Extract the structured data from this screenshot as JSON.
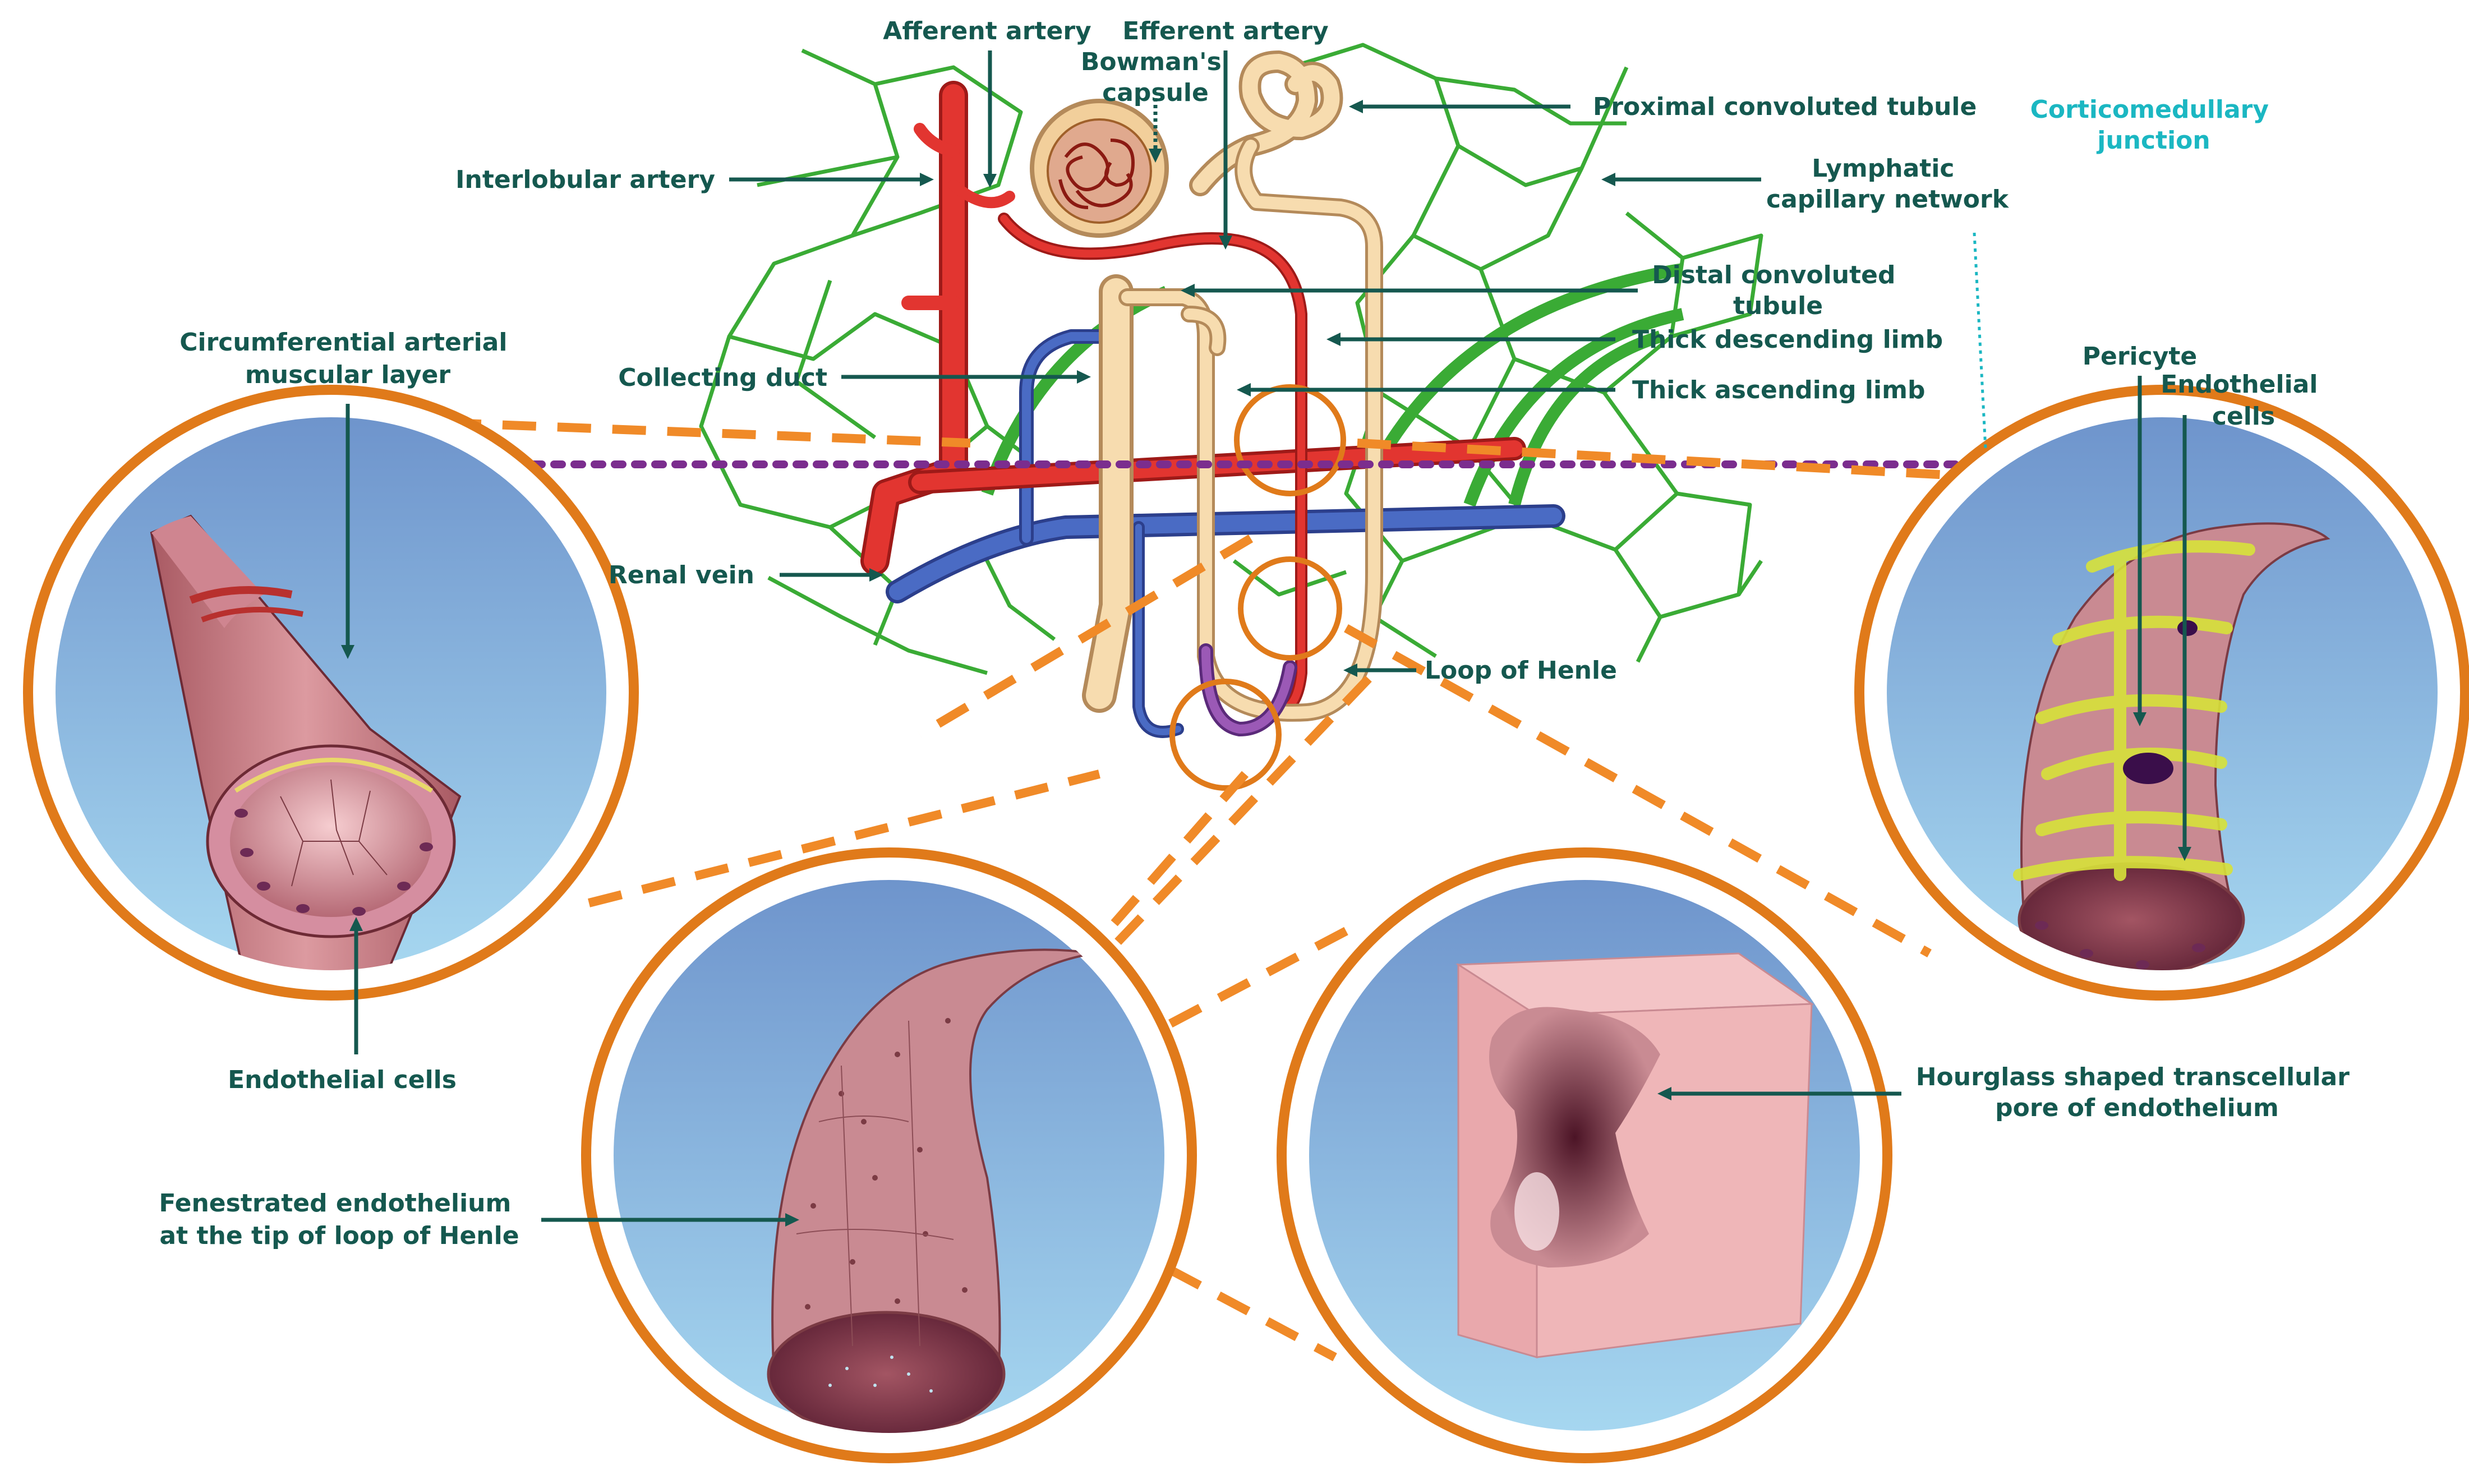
{
  "labels": {
    "afferent_artery": "Afferent artery",
    "efferent_artery": "Efferent artery",
    "bowmans_capsule": [
      "Bowman's",
      "capsule"
    ],
    "proximal_convoluted_tubule": "Proximal convoluted tubule",
    "interlobular_artery": "Interlobular artery",
    "lymphatic_capillary_network": [
      "Lymphatic",
      "capillary network"
    ],
    "corticomedullary_junction": [
      "Corticomedullary",
      "junction"
    ],
    "distal_convoluted_tubule": [
      "Distal convoluted",
      "tubule"
    ],
    "thick_descending_limb": "Thick descending limb",
    "collecting_duct": "Collecting duct",
    "thick_ascending_limb": "Thick ascending limb",
    "circumferential_muscular_layer": [
      "Circumferential arterial",
      "muscular layer"
    ],
    "pericyte": "Pericyte",
    "endothelial_cells_right": [
      "Endothelial",
      "cells"
    ],
    "renal_vein": "Renal vein",
    "loop_of_henle": "Loop of Henle",
    "endothelial_cells_left": "Endothelial cells",
    "hourglass_pore": [
      "Hourglass shaped transcellular",
      "pore of endothelium"
    ],
    "fenestrated_endothelium": [
      "Fenestrated endothelium",
      "at the tip of loop of Henle"
    ]
  },
  "colors": {
    "label": "#15584f",
    "junction_label": "#1bb7c2",
    "dashed_connector": "#f08a28",
    "junction_line": "#7b2d8e",
    "artery": "#e0302a",
    "vein": "#3b5bb0",
    "tubule": "#f7d9a8",
    "lymphatic": "#3aab35",
    "inset_ring": "#e07a1a"
  }
}
